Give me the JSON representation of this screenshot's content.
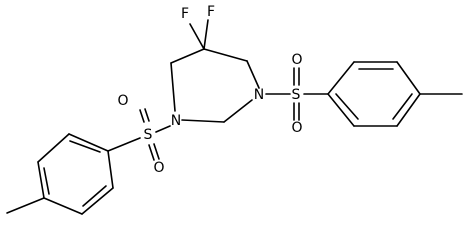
{
  "molecule": {
    "atoms": {
      "F1": "F",
      "F2": "F",
      "N_right": "N",
      "N_left": "N",
      "S_right": "S",
      "S_left": "S",
      "O_right_top": "O",
      "O_right_bottom": "O",
      "O_left_top": "O",
      "O_left_bottom": "O"
    }
  }
}
